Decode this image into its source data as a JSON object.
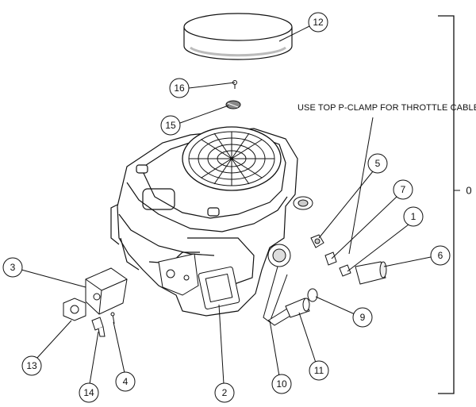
{
  "note": "USE TOP P-CLAMP FOR THROTTLE CABLE",
  "assembly_label": "0",
  "callouts": {
    "c1": "1",
    "c2": "2",
    "c3": "3",
    "c4": "4",
    "c5": "5",
    "c6": "6",
    "c7": "7",
    "c9": "9",
    "c10": "10",
    "c11": "11",
    "c12": "12",
    "c13": "13",
    "c14": "14",
    "c15": "15",
    "c16": "16"
  },
  "colors": {
    "line": "#111111",
    "background": "#ffffff",
    "shade": "#d9d9d9"
  }
}
